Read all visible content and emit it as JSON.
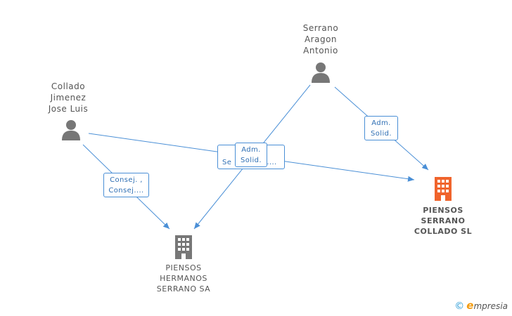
{
  "persons": [
    {
      "id": "serrano",
      "lines": [
        "Serrano",
        "Aragon",
        "Antonio"
      ]
    },
    {
      "id": "collado",
      "lines": [
        "Collado",
        "Jimenez",
        "Jose Luis"
      ]
    }
  ],
  "companies": [
    {
      "id": "piensos-serrano-collado",
      "lines": [
        "PIENSOS",
        "SERRANO",
        "COLLADO  SL"
      ],
      "color": "#f0642c"
    },
    {
      "id": "piensos-hermanos",
      "lines": [
        "PIENSOS",
        "HERMANOS",
        "SERRANO SA"
      ],
      "color": "#777777"
    }
  ],
  "relations": {
    "serrano_to_psc": [
      "Adm.",
      "Solid."
    ],
    "collado_to_psc": [
      "Adm.",
      "Solid."
    ],
    "collado_to_psc_behind": [
      "Se",
      "...."
    ],
    "collado_to_phs": [
      "Consej. ,",
      "Consej...."
    ]
  },
  "colors": {
    "edge": "#4a8fd6",
    "person": "#777777"
  },
  "footer": {
    "copyright": "©",
    "brand_first": "e",
    "brand_rest": "mpresia"
  }
}
